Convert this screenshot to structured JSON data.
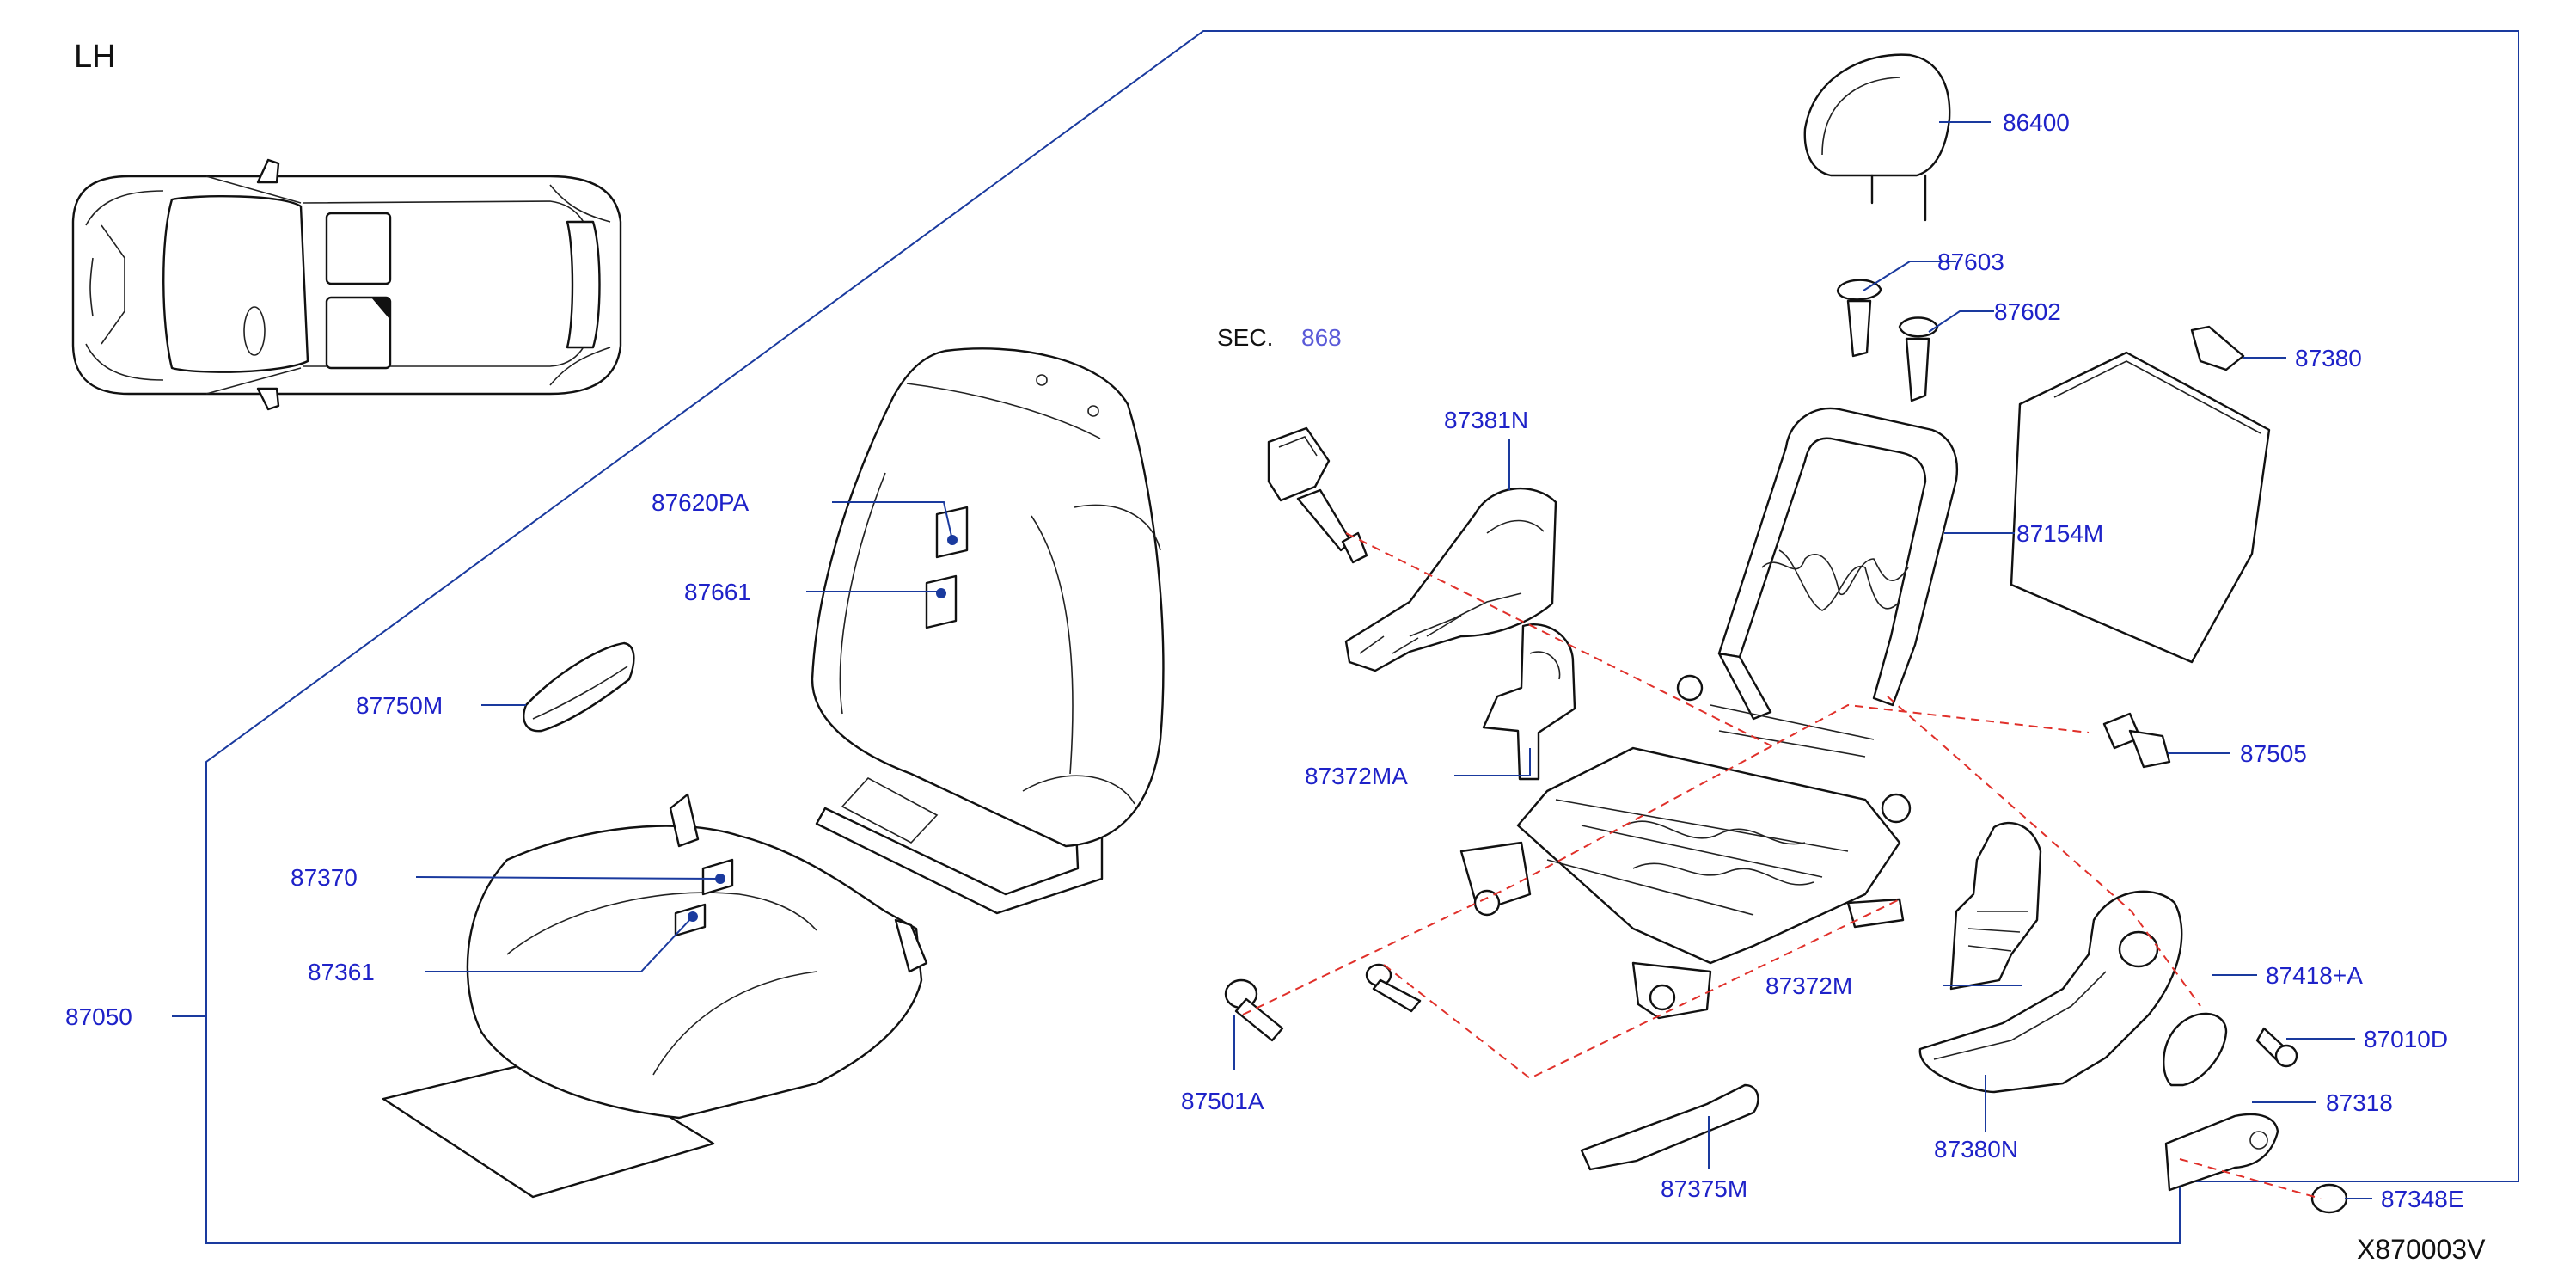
{
  "title": {
    "side": "LH",
    "diagram_code": "X870003V",
    "sec_prefix": "SEC.",
    "sec_number": "868"
  },
  "callouts": [
    {
      "id": "headrest",
      "part": "86400"
    },
    {
      "id": "guide-a",
      "part": "87603"
    },
    {
      "id": "guide-b",
      "part": "87602"
    },
    {
      "id": "back-board",
      "part": "87380"
    },
    {
      "id": "back-frame",
      "part": "87154M"
    },
    {
      "id": "recliner-cover-upper",
      "part": "87381N"
    },
    {
      "id": "back-trim",
      "part": "87620PA"
    },
    {
      "id": "back-label",
      "part": "87661"
    },
    {
      "id": "armrest",
      "part": "87750M"
    },
    {
      "id": "inner-cover",
      "part": "87372MA"
    },
    {
      "id": "cushion-trim",
      "part": "87370"
    },
    {
      "id": "cushion-label",
      "part": "87361"
    },
    {
      "id": "seat-assembly",
      "part": "87050"
    },
    {
      "id": "clip",
      "part": "87505"
    },
    {
      "id": "outer-bracket",
      "part": "87372M"
    },
    {
      "id": "knob",
      "part": "87418+A"
    },
    {
      "id": "screw",
      "part": "87010D"
    },
    {
      "id": "lever",
      "part": "87318"
    },
    {
      "id": "cap",
      "part": "87348E"
    },
    {
      "id": "bolt",
      "part": "87501A"
    },
    {
      "id": "side-finisher",
      "part": "87380N"
    },
    {
      "id": "front-finisher",
      "part": "87375M"
    }
  ]
}
